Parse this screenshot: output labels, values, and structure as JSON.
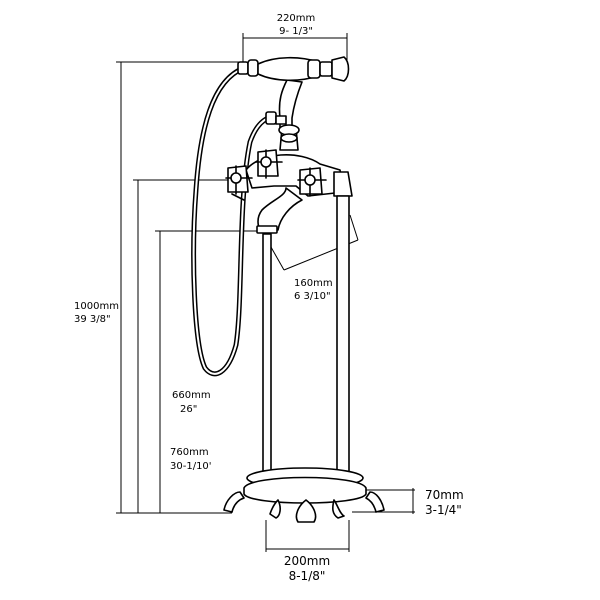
{
  "dimensions": {
    "top_width": {
      "mm": "220mm",
      "inch": "9- 1/3\""
    },
    "overall_height": {
      "mm": "1000mm",
      "inch": "39 3/8\""
    },
    "spout_reach": {
      "mm": "160mm",
      "inch": "6 3/10\""
    },
    "spout_height": {
      "mm": "660mm",
      "inch": "26\""
    },
    "valve_height": {
      "mm": "760mm",
      "inch": "30-1/10'"
    },
    "base_height": {
      "mm": "70mm",
      "inch": "3-1/4\""
    },
    "base_width": {
      "mm": "200mm",
      "inch": "8-1/8\""
    }
  }
}
